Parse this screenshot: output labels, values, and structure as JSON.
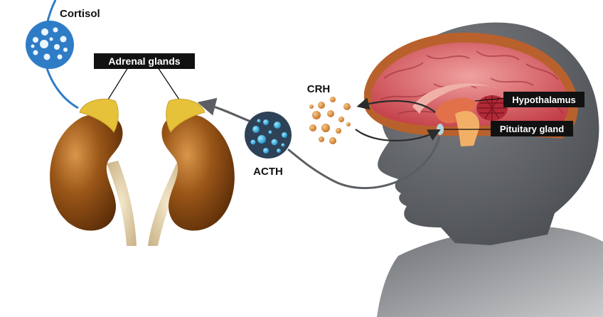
{
  "labels": {
    "cortisol": "Cortisol",
    "adrenal_glands": "Adrenal glands",
    "crh": "CRH",
    "acth": "ACTH",
    "hypothalamus": "Hypothalamus",
    "pituitary_gland": "Pituitary gland"
  },
  "colors": {
    "cortisol_blue": "#2f7cc6",
    "acth_dark": "#2e4257",
    "acth_dots": "#38b6e8",
    "crh_orange": "#d7893a",
    "kidney_brown": "#8a4a12",
    "adrenal_yellow": "#e9c53a",
    "head_gray": "#5c5f63",
    "brain_red": "#d8545a",
    "arrow_gray": "#5a5e62",
    "label_bg": "#111111"
  }
}
